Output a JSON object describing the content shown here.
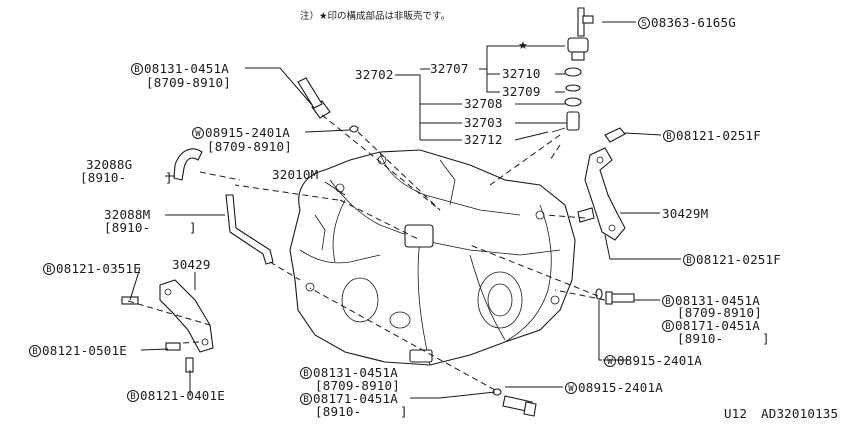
{
  "note": "注）★印の構成部品は非販売です。",
  "star_symbol": "★",
  "labels": {
    "s_08363": {
      "symbol": "S",
      "text": "08363-6165G"
    },
    "b_08131_top": {
      "symbol": "B",
      "text": "08131-0451A",
      "range": "[8709-8910]"
    },
    "w_08915_top": {
      "symbol": "W",
      "text": "08915-2401A",
      "range": "[8709-8910]"
    },
    "b_08121_0251f_top": {
      "symbol": "B",
      "text": "08121-0251F"
    },
    "b_08121_0251f_mid": {
      "symbol": "B",
      "text": "08121-0251F"
    },
    "b_08121_0351e": {
      "symbol": "B",
      "text": "08121-0351E"
    },
    "b_08121_0501e": {
      "symbol": "B",
      "text": "08121-0501E"
    },
    "b_08121_0401e": {
      "symbol": "B",
      "text": "08121-0401E"
    },
    "b_08131_right": {
      "symbol": "B",
      "text": "08131-0451A",
      "range": "[8709-8910]"
    },
    "b_08171_right": {
      "symbol": "B",
      "text": "08171-0451A",
      "range": "[8910-     ]"
    },
    "w_08915_right": {
      "symbol": "W",
      "text": "08915-2401A"
    },
    "b_08131_bottom": {
      "symbol": "B",
      "text": "08131-0451A",
      "range": "[8709-8910]"
    },
    "b_08171_bottom": {
      "symbol": "B",
      "text": "08171-0451A",
      "range": "[8910-     ]"
    },
    "w_08915_bottom": {
      "symbol": "W",
      "text": "08915-2401A"
    }
  },
  "parts": {
    "p32702": "32702",
    "p32707": "32707",
    "p32710": "32710",
    "p32709": "32709",
    "p32708": "32708",
    "p32703": "32703",
    "p32712": "32712",
    "p32088g": "32088G",
    "p32088g_range": "[8910-     ]",
    "p32088m": "32088M",
    "p32088m_range": "[8910-     ]",
    "p32010m": "32010M",
    "p30429m": "30429M",
    "p30429": "30429"
  },
  "footer": {
    "model": "U12",
    "drawing_id": "AD32010135"
  }
}
